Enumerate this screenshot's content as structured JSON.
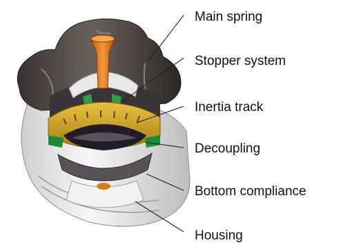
{
  "labels": [
    {
      "id": "main-spring",
      "text": "Main spring"
    },
    {
      "id": "stopper-system",
      "text": "Stopper system"
    },
    {
      "id": "inertia-track",
      "text": "Inertia track"
    },
    {
      "id": "decoupling",
      "text": "Decoupling"
    },
    {
      "id": "bottom-compliance",
      "text": "Bottom compliance"
    },
    {
      "id": "housing",
      "text": "Housing"
    }
  ],
  "colors": {
    "rubber": "#4a413d",
    "housing": "#e4e4e4",
    "insert": "#e07a1c",
    "track": "#cfa21e",
    "decoupler": "#2a8a3a",
    "fluid": "#2b2430",
    "leader_line": "#222222"
  }
}
